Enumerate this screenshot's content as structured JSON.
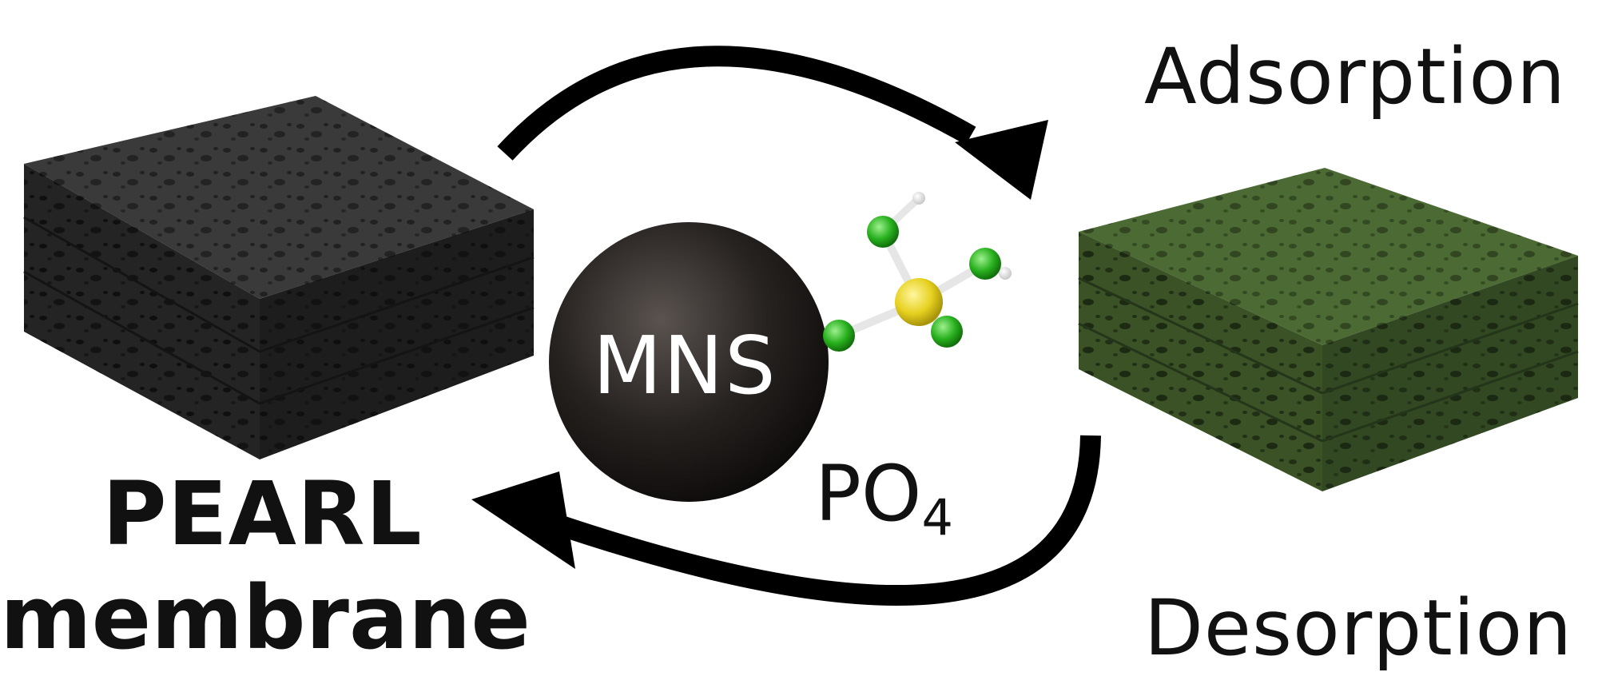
{
  "labels": {
    "adsorption": "Adsorption",
    "desorption": "Desorption",
    "membrane_line1": "PEARL",
    "membrane_line2": "membrane",
    "particle": "MNS",
    "ion_main": "PO",
    "ion_subscript": "4"
  },
  "colors": {
    "membrane_fresh": "#2b2b2b",
    "membrane_loaded": "#3f5a2a",
    "particle": "#262220",
    "phosphorus_atom": "#e6d11f",
    "oxygen_atom": "#27b01d",
    "hydrogen_atom": "#f2f2f2",
    "arrow": "#000000"
  },
  "icons": {
    "left_block": "porous-membrane-block",
    "right_block": "loaded-membrane-block",
    "top_arrow": "curved-arrow-clockwise",
    "bottom_arrow": "curved-arrow-return",
    "molecule": "phosphate-molecule"
  }
}
